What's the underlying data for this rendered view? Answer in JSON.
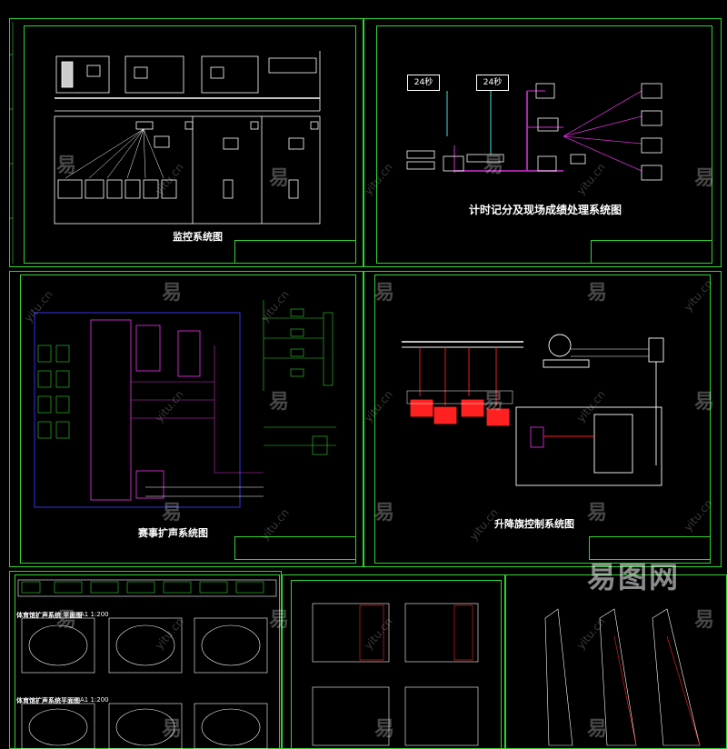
{
  "panels": {
    "monitoring": {
      "title": "监控系统图"
    },
    "timing": {
      "title": "计时记分及现场成绩处理系统图",
      "label_a": "24秒",
      "label_b": "24秒"
    },
    "pa": {
      "title": "赛事扩声系统图"
    },
    "lift": {
      "title": "升降旗控制系统图"
    },
    "plan": {
      "title_1": "体育馆扩声系统 平面图",
      "scale_1": "A1 1:200",
      "title_2": "体育馆扩声系统平面图",
      "scale_2": "A1 1:200"
    }
  },
  "watermark": {
    "char": "易",
    "domain": "yitu.cn",
    "logo": "易图网"
  },
  "colors": {
    "line": "#2fd52f",
    "magenta": "#d52fd5",
    "blue": "#3a3aff",
    "red": "#ff2020",
    "cyan": "#3fe0e0"
  }
}
